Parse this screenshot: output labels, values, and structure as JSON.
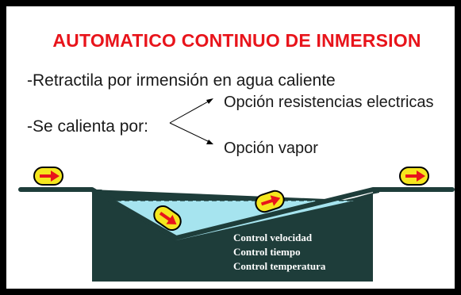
{
  "title": "AUTOMATICO CONTINUO DE INMERSION",
  "lines": {
    "retractable": "-Retractila por irmensión en agua caliente",
    "heated_by": "-Se calienta por:"
  },
  "options": [
    "Opción resistencias electricas",
    "Opción vapor"
  ],
  "controls": [
    "Control velocidad",
    "Control tiempo",
    "Control temperatura"
  ],
  "colors": {
    "title": "#e8141b",
    "tank": "#1e3d3a",
    "water": "#a6e4ef",
    "capsule": "#f5e61e",
    "arrow": "#e8141b"
  },
  "icons": [
    "capsule-arrow-icon"
  ]
}
